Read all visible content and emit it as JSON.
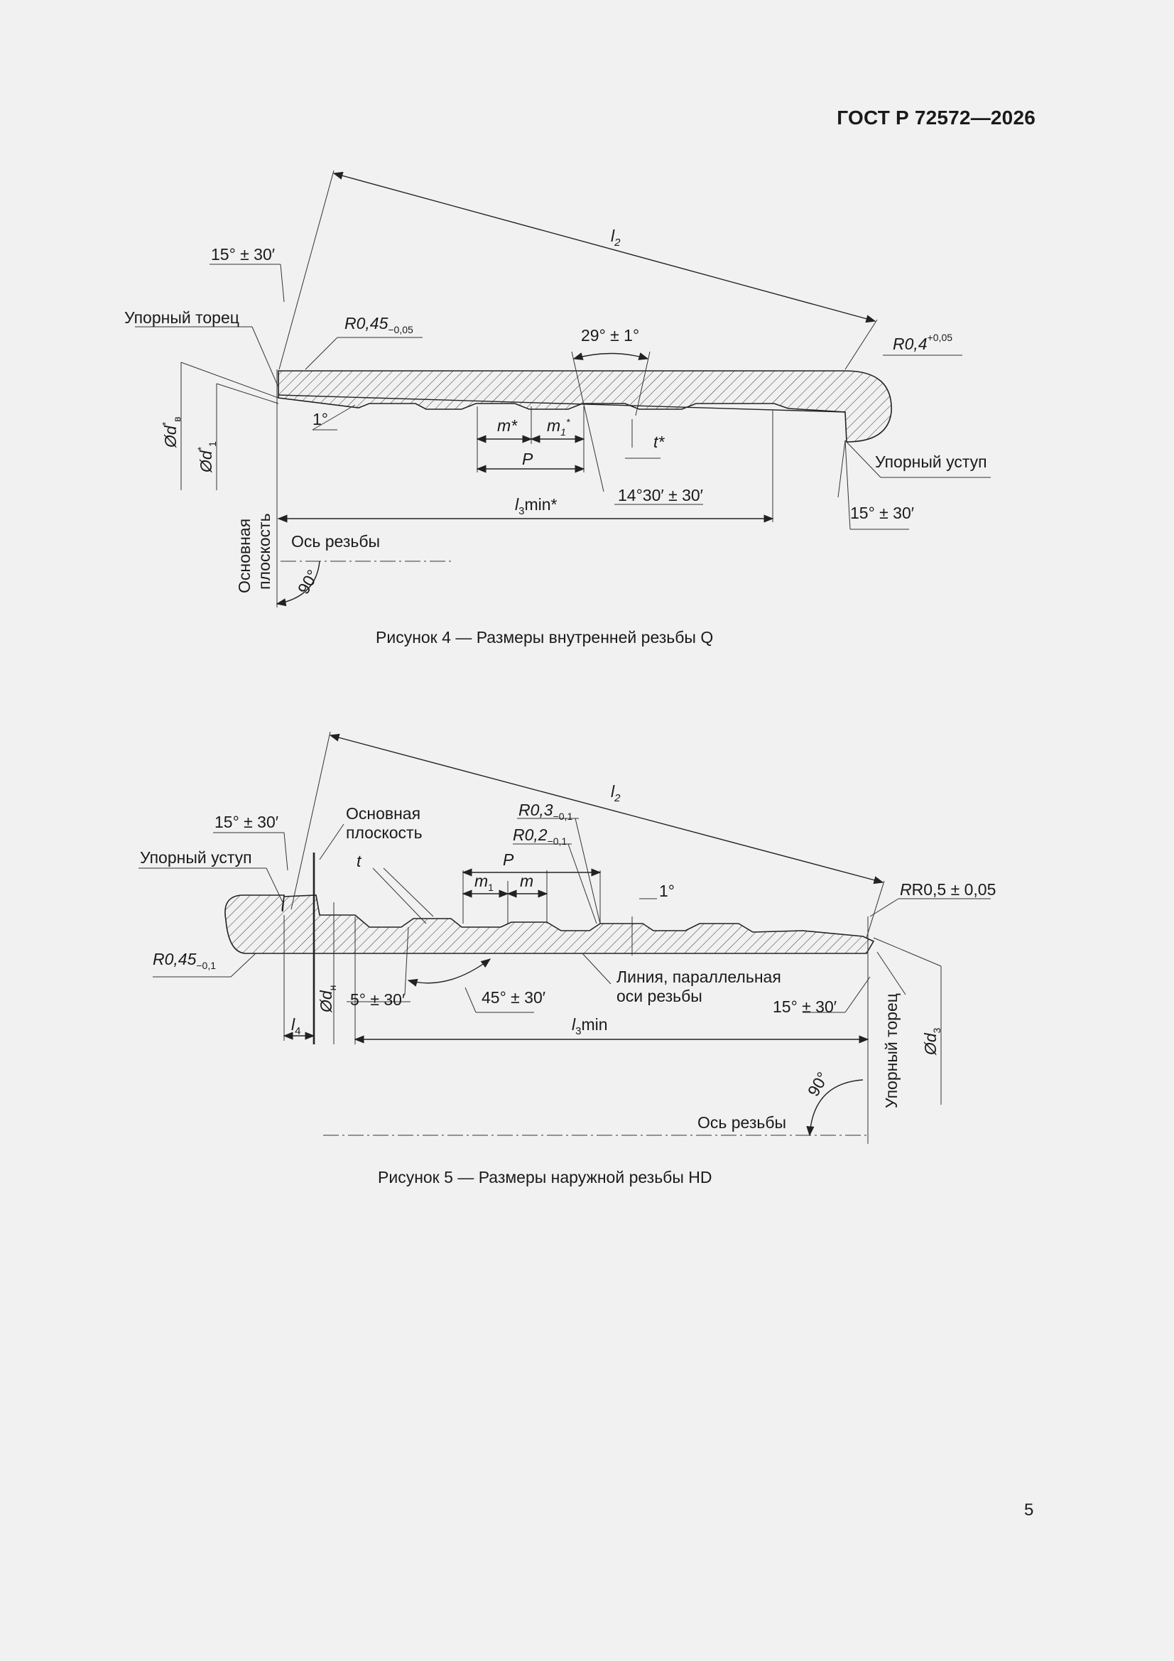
{
  "header": {
    "standard": "ГОСТ Р 72572—2026"
  },
  "figure4": {
    "caption": "Рисунок 4 — Размеры внутренней резьбы Q",
    "labels": {
      "l2": "l",
      "l2_sub": "2",
      "angle_top_left": "15° ± 30′",
      "thrust_face": "Упорный торец",
      "radius_left": "R0,45",
      "radius_left_tol": "−0,05",
      "angle_thread": "29° ± 1°",
      "radius_right": "R0,4",
      "radius_right_tol": "+0,05",
      "diameter_b": "Ød",
      "diameter_b_sup": "*",
      "diameter_b_sub": "в",
      "diameter_1": "Ød",
      "diameter_1_sup": "*",
      "diameter_1_sub": "1",
      "angle_small": "1°",
      "m_star": "m*",
      "m1_star": "m",
      "m1_star_sub": "1",
      "m1_star_sup": "*",
      "pitch": "P",
      "t_star": "t*",
      "thrust_shoulder": "Упорный уступ",
      "l3min": "l",
      "l3min_sub": "3",
      "l3min_suffix": "min*",
      "angle_flank": "14°30′ ± 30′",
      "angle_bottom_right": "15° ± 30′",
      "base_plane": "Основная плоскость",
      "base_plane_1": "Основная",
      "base_plane_2": "плоскость",
      "thread_axis": "Ось резьбы",
      "angle_90": "90°"
    }
  },
  "figure5": {
    "caption": "Рисунок 5 — Размеры наружной резьбы HD",
    "labels": {
      "l2": "l",
      "l2_sub": "2",
      "angle_top_left": "15° ± 30′",
      "base_plane_1": "Основная",
      "base_plane_2": "плоскость",
      "radius_03": "R0,3",
      "radius_03_tol": "−0,1",
      "radius_02": "R0,2",
      "radius_02_tol": "−0,1",
      "thrust_shoulder": "Упорный уступ",
      "t": "t",
      "pitch": "P",
      "m1": "m",
      "m1_sub": "1",
      "m": "m",
      "angle_small": "1°",
      "radius_right": "R0,5 ± 0,05",
      "radius_left": "R0,45",
      "radius_left_tol": "−0,1",
      "parallel_line_1": "Линия, параллельная",
      "parallel_line_2": "оси резьбы",
      "diameter_h": "Ød",
      "diameter_h_sub": "н",
      "angle_5": "5° ± 30′",
      "angle_45": "45° ± 30′",
      "angle_bottom_right": "15° ± 30′",
      "l4": "l",
      "l4_sub": "4",
      "l3min": "l",
      "l3min_sub": "3",
      "l3min_suffix": "min",
      "thrust_face": "Упорный торец",
      "diameter_3": "Ød",
      "diameter_3_sub": "3",
      "angle_90": "90°",
      "thread_axis": "Ось резьбы"
    }
  },
  "footer": {
    "page_number": "5"
  }
}
